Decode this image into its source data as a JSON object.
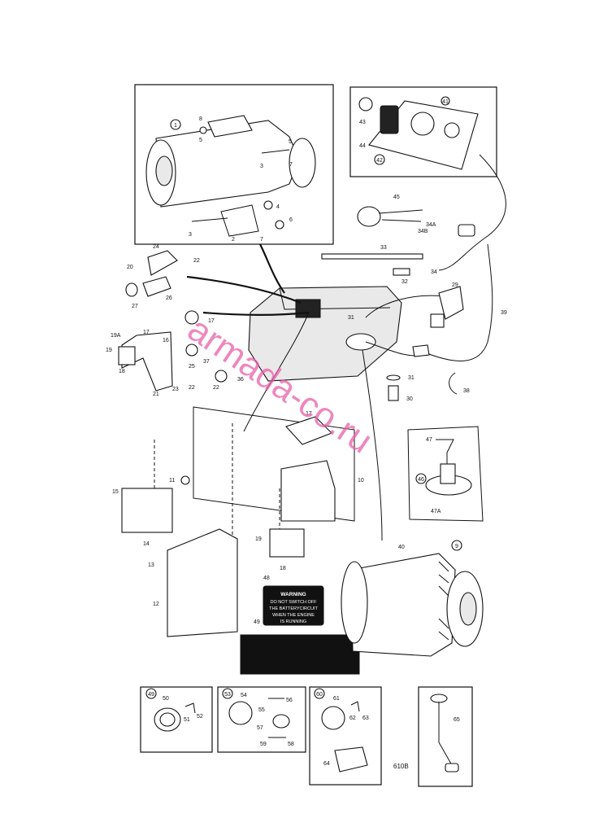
{
  "figure_code": "610B",
  "watermark": "armada-co.ru",
  "warning_plate": {
    "number": "48",
    "title": "WARNING",
    "lines": [
      "DO NOT SWITCH OFF",
      "THE BATTERYCIRCUIT",
      "WHEN THE ENGINE",
      "IS RUNNING"
    ]
  },
  "blank_plate_number": "49",
  "callouts": {
    "starter": [
      "1",
      "8",
      "5",
      "5",
      "7",
      "3",
      "4",
      "2",
      "7",
      "6",
      "3"
    ],
    "instrument": [
      "43",
      "41",
      "44",
      "42"
    ],
    "harness": [
      "45",
      "34A",
      "34B",
      "33",
      "32",
      "34"
    ],
    "sender_left": [
      "24",
      "20",
      "22",
      "27",
      "26",
      "17",
      "19A",
      "17",
      "16",
      "18",
      "19",
      "23",
      "21",
      "25",
      "37",
      "22",
      "22",
      "36"
    ],
    "engine": [
      "31",
      "29",
      "39",
      "31",
      "30",
      "38"
    ],
    "panel": [
      "17",
      "11",
      "10",
      "15",
      "14",
      "13",
      "19",
      "18",
      "12"
    ],
    "valve": [
      "47",
      "46",
      "47A"
    ],
    "alternator": [
      "40",
      "9"
    ],
    "bottom_boxes": [
      [
        "49",
        "50",
        "51",
        "52"
      ],
      [
        "53",
        "54",
        "55",
        "56",
        "57",
        "59",
        "58"
      ],
      [
        "60",
        "61",
        "62",
        "63",
        "64"
      ],
      [
        "65"
      ]
    ]
  }
}
